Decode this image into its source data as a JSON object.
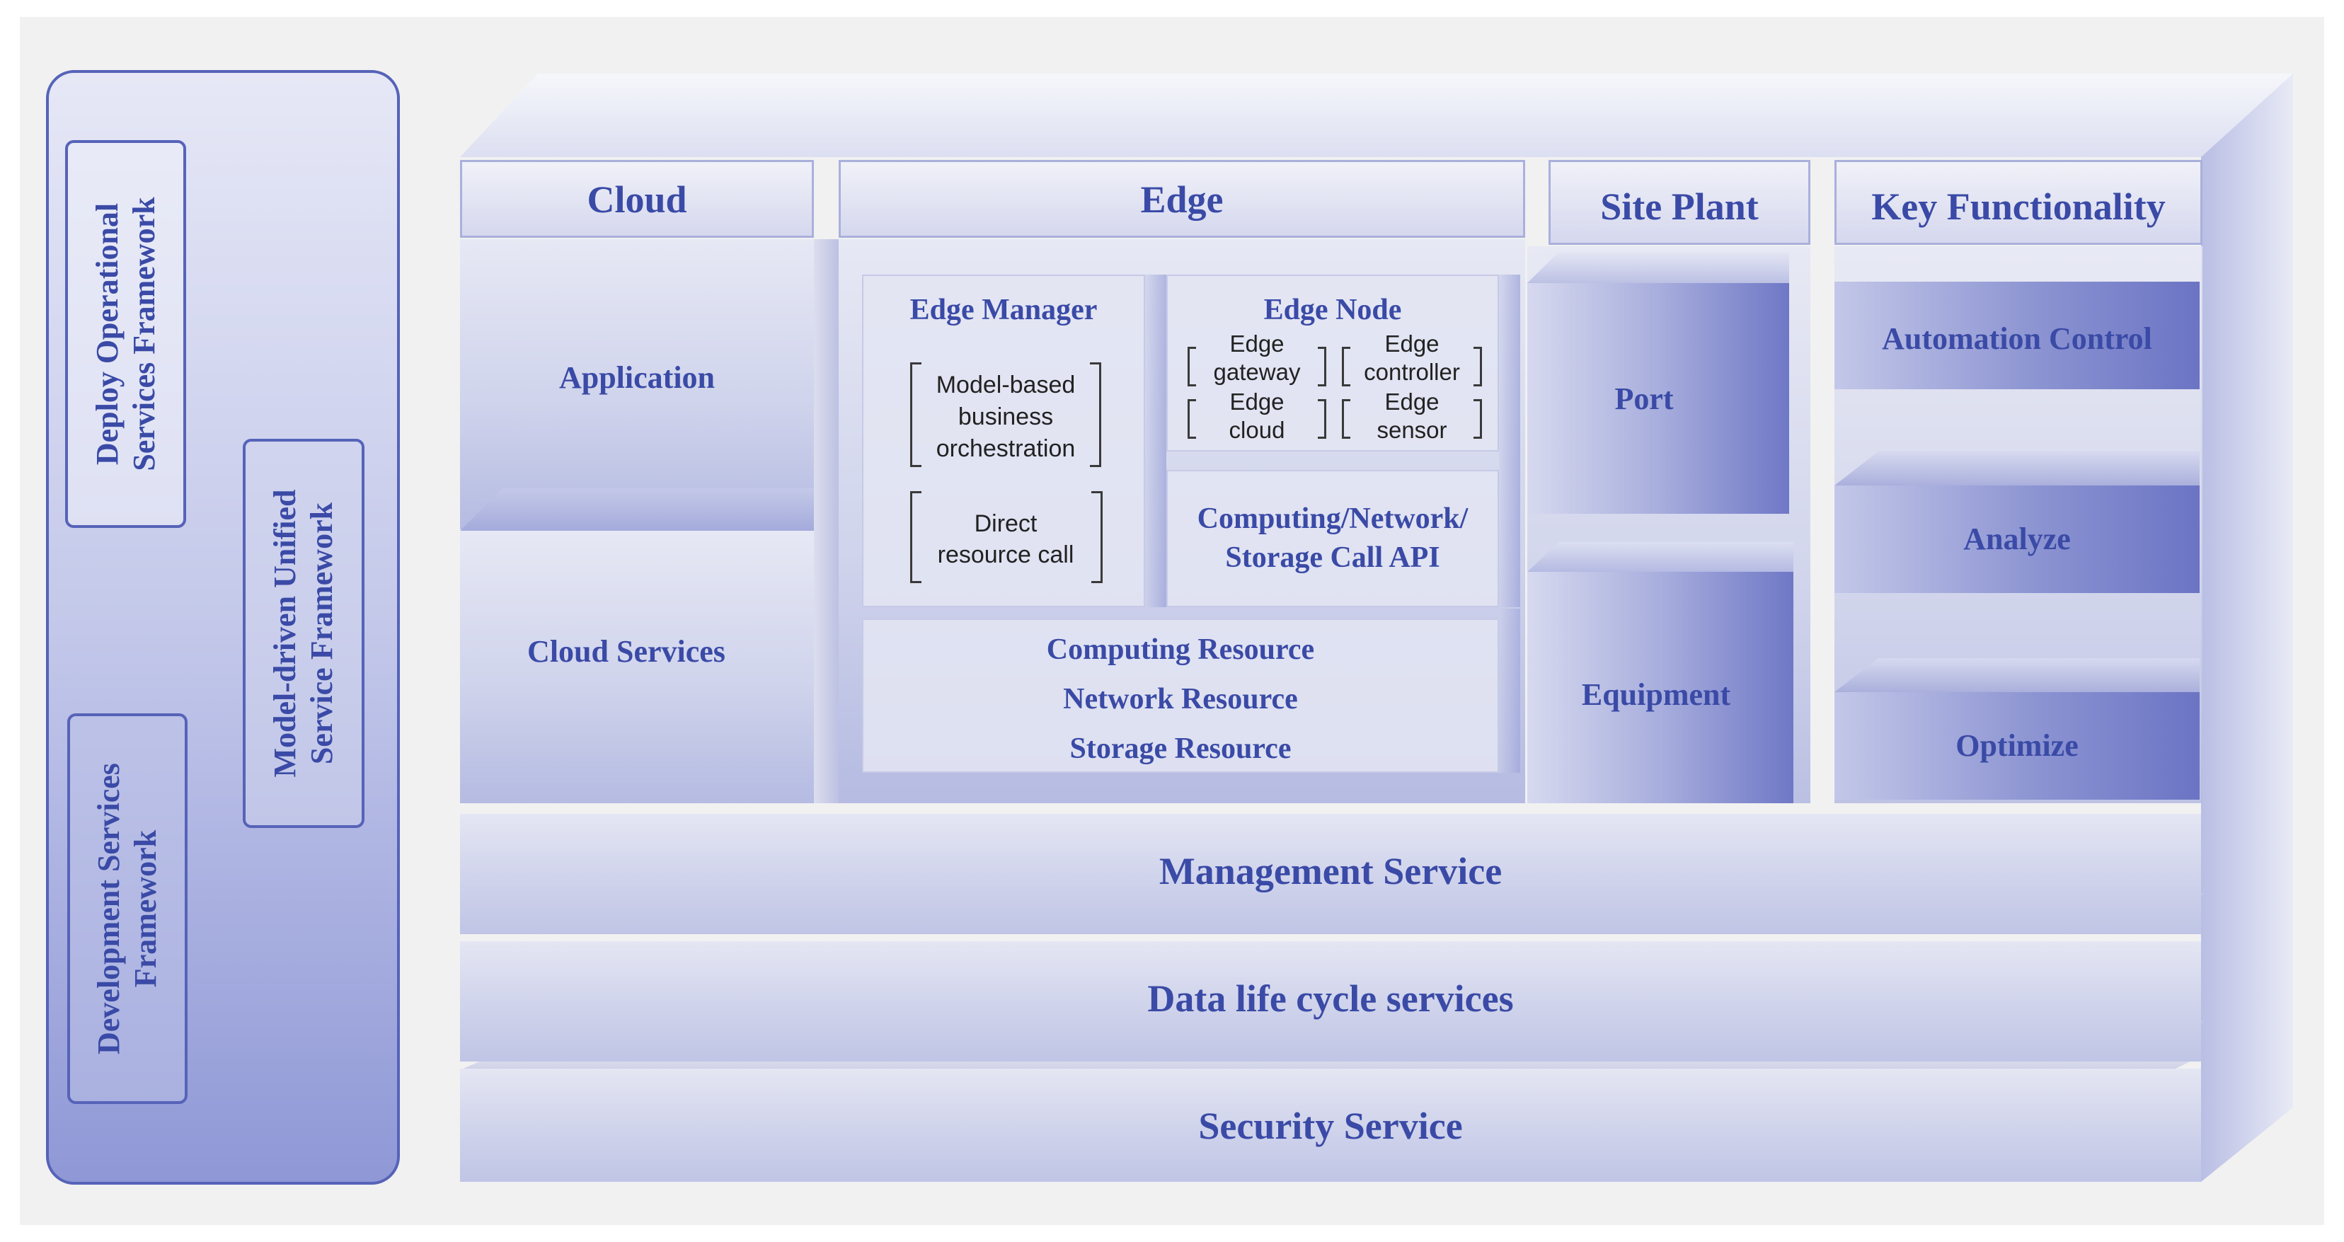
{
  "frameworks": {
    "deploy": "Deploy Operational Services Framework",
    "deploy_lines": [
      "Deploy Operational",
      "Services Framework"
    ],
    "development_lines": [
      "Development Services",
      "Framework"
    ],
    "model_driven_lines": [
      "Model-driven Unified",
      "Service Framework"
    ]
  },
  "headers": {
    "cloud": "Cloud",
    "edge": "Edge",
    "site_plant": "Site Plant",
    "key_functionality": "Key Functionality"
  },
  "cloud": {
    "application": "Application",
    "services": "Cloud Services"
  },
  "edge": {
    "manager": {
      "title": "Edge Manager",
      "item1_lines": [
        "Model-based",
        "business",
        "orchestration"
      ],
      "item2_lines": [
        "Direct",
        "resource call"
      ]
    },
    "node": {
      "title": "Edge Node",
      "items": [
        [
          "Edge",
          "gateway"
        ],
        [
          "Edge",
          "controller"
        ],
        [
          "Edge",
          "cloud"
        ],
        [
          "Edge",
          "sensor"
        ]
      ]
    },
    "api_lines": [
      "Computing/Network/",
      "Storage Call API"
    ],
    "resources": [
      "Computing Resource",
      "Network Resource",
      "Storage Resource"
    ]
  },
  "site_plant": {
    "port": "Port",
    "equipment": "Equipment"
  },
  "key_functionality": {
    "automation": "Automation Control",
    "analyze": "Analyze",
    "optimize": "Optimize"
  },
  "layers": {
    "management": "Management Service",
    "data": "Data life cycle services",
    "security": "Security Service"
  }
}
